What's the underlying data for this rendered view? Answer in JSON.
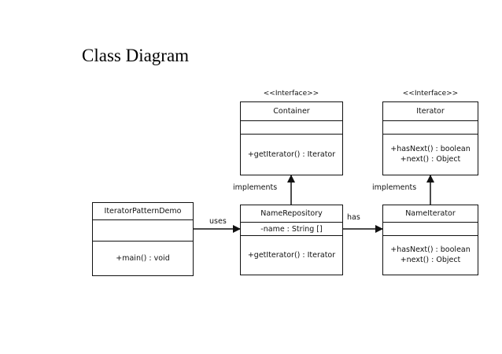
{
  "title": "Class Diagram",
  "container": {
    "stereotype": "<<Interface>>",
    "name": "Container",
    "attributes": "",
    "methods": [
      "+getIterator() : Iterator"
    ]
  },
  "iterator": {
    "stereotype": "<<Interface>>",
    "name": "Iterator",
    "attributes": "",
    "methods": [
      "+hasNext() : boolean",
      "+next() : Object"
    ]
  },
  "demo": {
    "name": "IteratorPatternDemo",
    "attributes": "",
    "methods": [
      "+main() : void"
    ]
  },
  "repository": {
    "name": "NameRepository",
    "attributes": "-name : String []",
    "methods": [
      "+getIterator() : Iterator"
    ]
  },
  "name_iterator": {
    "name": "NameIterator",
    "attributes": "",
    "methods": [
      "+hasNext() : boolean",
      "+next() : Object"
    ]
  },
  "relations": {
    "uses": "uses",
    "has": "has",
    "implements_left": "implements",
    "implements_right": "implements"
  }
}
